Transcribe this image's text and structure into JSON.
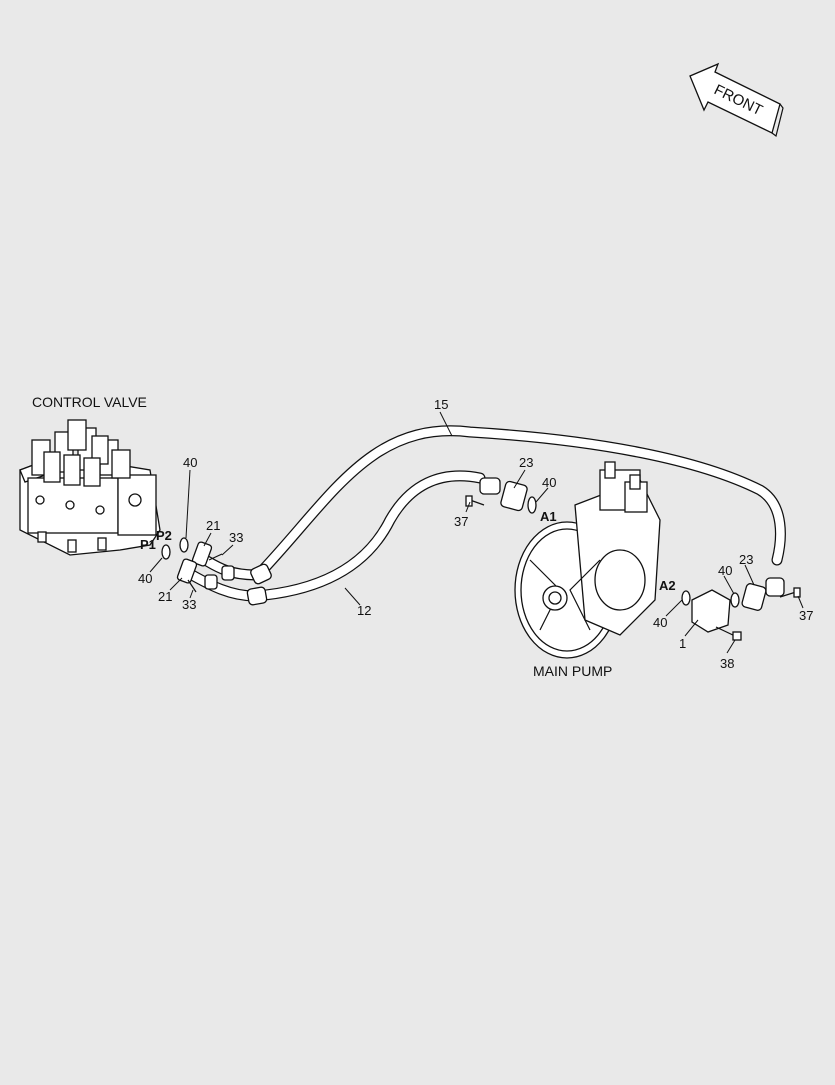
{
  "direction": {
    "arrow_label": "FRONT"
  },
  "components": {
    "control_valve": "CONTROL VALVE",
    "main_pump": "MAIN PUMP"
  },
  "ports": {
    "p1": "P1",
    "p2": "P2",
    "a1": "A1",
    "a2": "A2"
  },
  "callouts": {
    "hose_15": "15",
    "hose_12": "12",
    "flange_23_a1": "23",
    "flange_23_a2": "23",
    "oring_40_a1": "40",
    "oring_40_a2": "40",
    "oring_40_a2_block": "40",
    "oring_40_p2": "40",
    "oring_40_p1": "40",
    "flange_21_p2": "21",
    "flange_21_p1": "21",
    "bolt_33_p2": "33",
    "bolt_33_p1": "33",
    "bolt_37_a1": "37",
    "bolt_37_a2": "37",
    "bolt_38": "38",
    "block_1": "1"
  }
}
